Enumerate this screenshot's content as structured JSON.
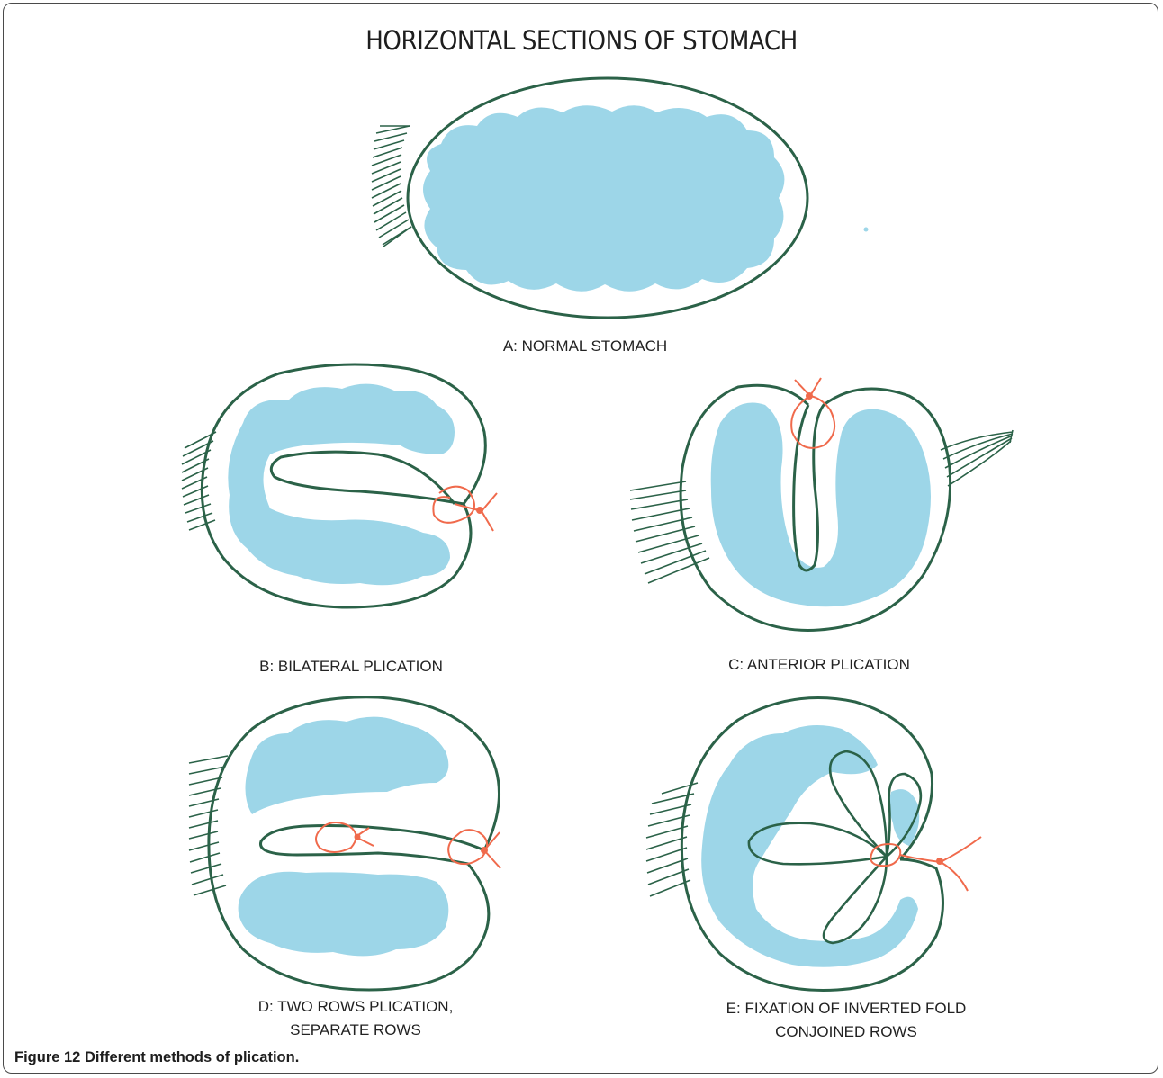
{
  "title": "HORIZONTAL SECTIONS OF STOMACH",
  "panels": {
    "a": {
      "label": "A: NORMAL STOMACH"
    },
    "b": {
      "label": "B: BILATERAL PLICATION"
    },
    "c": {
      "label": "C: ANTERIOR PLICATION"
    },
    "d": {
      "label_line1": "D: TWO ROWS PLICATION,",
      "label_line2": "SEPARATE ROWS"
    },
    "e": {
      "label_line1": "E: FIXATION OF INVERTED FOLD",
      "label_line2": "CONJOINED ROWS"
    }
  },
  "caption": {
    "figure_number": "Figure 12",
    "text": "Different methods of plication."
  },
  "colors": {
    "outline": "#2b6248",
    "mucosa": "#9dd6e8",
    "suture": "#f06a4c"
  }
}
